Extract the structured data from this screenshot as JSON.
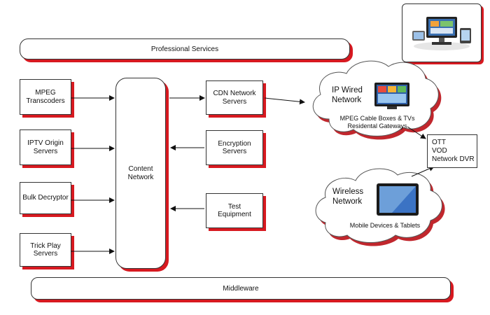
{
  "top_bar": {
    "label": "Professional Services"
  },
  "bottom_bar": {
    "label": "Middleware"
  },
  "sources": [
    {
      "label": "MPEG\nTranscoders"
    },
    {
      "label": "IPTV Origin\nServers"
    },
    {
      "label": "Bulk Decryptor"
    },
    {
      "label": "Trick Play\nServers"
    }
  ],
  "content_network": {
    "label": "Content\nNetwork"
  },
  "right_boxes": [
    {
      "label": "CDN Network\nServers"
    },
    {
      "label": "Encryption\nServers"
    },
    {
      "label": "Test\nEquipment"
    }
  ],
  "ip_wired": {
    "title": "IP Wired\nNetwork",
    "caption": "MPEG Cable Boxes & TVs\nResidental Gateways"
  },
  "wireless": {
    "title": "Wireless\nNetwork",
    "caption": "Mobile Devices & Tablets"
  },
  "services": {
    "label": "OTT\nVOD\nNetwork DVR"
  },
  "colors": {
    "accent_red": "#d71920",
    "cloud_shadow": "#c1272d",
    "border": "#333333"
  }
}
